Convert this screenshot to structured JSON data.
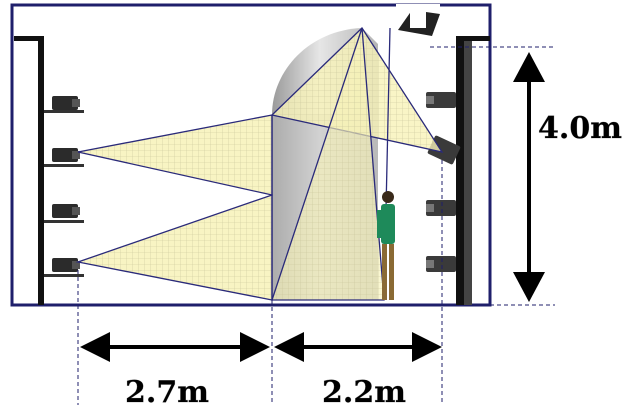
{
  "diagram": {
    "height_label": "4.0m",
    "width_left_label": "2.7m",
    "width_right_label": "2.2m"
  },
  "colors": {
    "frame": "#1f1f6b",
    "beam_fill": "#f7f2b8",
    "beam_edge": "#2a2a7a",
    "screen_fill": "#c9c9c9",
    "person_shirt": "#1e8a5a",
    "person_pants": "#8a6a34"
  }
}
